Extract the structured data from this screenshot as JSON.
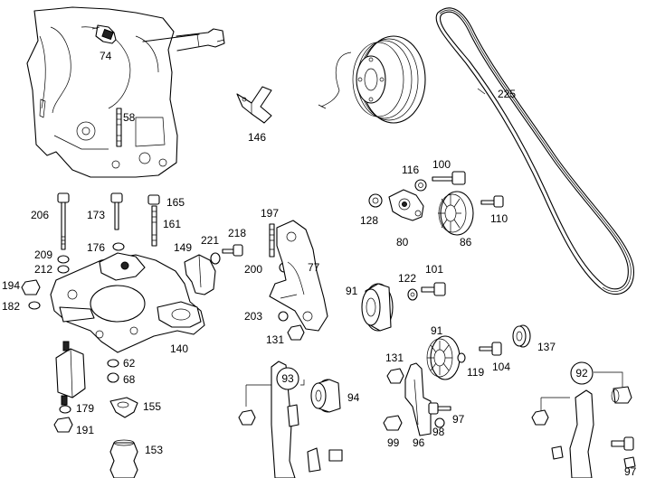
{
  "diagram": {
    "labels": {
      "l74": "74",
      "l58": "58",
      "l146": "146",
      "l225": "225",
      "l116": "116",
      "l100": "100",
      "l128": "128",
      "l80": "80",
      "l86": "86",
      "l110": "110",
      "l206": "206",
      "l173": "173",
      "l165": "165",
      "l161": "161",
      "l197": "197",
      "l209": "209",
      "l176": "176",
      "l212": "212",
      "l149": "149",
      "l221": "221",
      "l218": "218",
      "l200": "200",
      "l77": "77",
      "l194": "194",
      "l182": "182",
      "l91a": "91",
      "l122": "122",
      "l101": "101",
      "l203": "203",
      "l131a": "131",
      "l140": "140",
      "l91b": "91",
      "l137": "137",
      "l62": "62",
      "l68": "68",
      "l131b": "131",
      "l119": "119",
      "l104": "104",
      "l93": "93",
      "l92": "92",
      "l94": "94",
      "l179": "179",
      "l155": "155",
      "l191": "191",
      "l97a": "97",
      "l99": "99",
      "l96": "96",
      "l98": "98",
      "l97b": "97",
      "l153": "153"
    }
  }
}
